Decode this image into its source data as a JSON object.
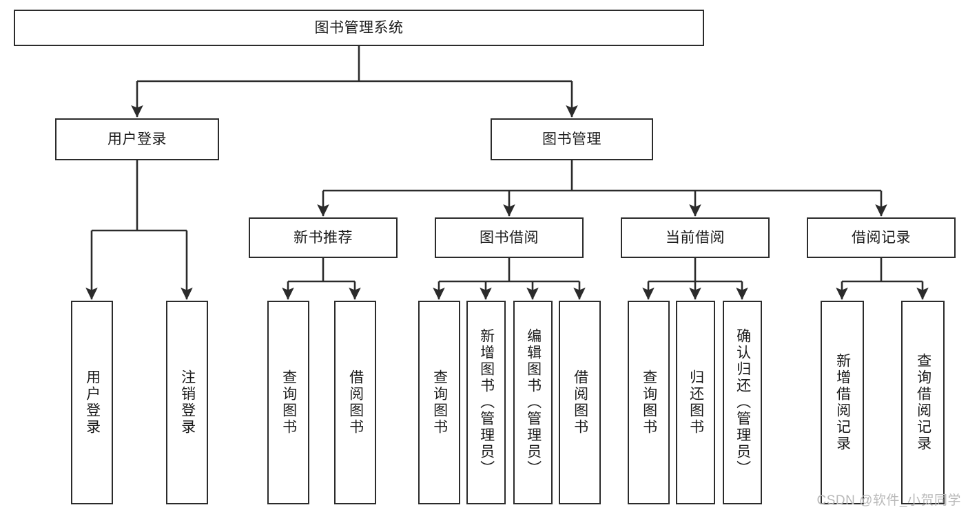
{
  "diagram": {
    "title": "图书管理系统",
    "type": "functional-structure-tree",
    "stroke_color": "#2b2b2b",
    "text_color": "#1b1b1b",
    "background_color": "#ffffff",
    "root": {
      "label": "图书管理系统"
    },
    "level2": [
      {
        "id": "user-login",
        "label": "用户登录"
      },
      {
        "id": "book-manage",
        "label": "图书管理"
      }
    ],
    "level3": [
      {
        "id": "new-book-recommend",
        "label": "新书推荐",
        "parent": "book-manage"
      },
      {
        "id": "book-borrow",
        "label": "图书借阅",
        "parent": "book-manage"
      },
      {
        "id": "current-borrow",
        "label": "当前借阅",
        "parent": "book-manage"
      },
      {
        "id": "borrow-record",
        "label": "借阅记录",
        "parent": "book-manage"
      }
    ],
    "leaves": {
      "user-login": [
        {
          "id": "leaf-user-login",
          "label": "用户登录"
        },
        {
          "id": "leaf-logout-login",
          "label": "注销登录"
        }
      ],
      "new-book-recommend": [
        {
          "id": "leaf-query-book-1",
          "label": "查询图书"
        },
        {
          "id": "leaf-borrow-book-1",
          "label": "借阅图书"
        }
      ],
      "book-borrow": [
        {
          "id": "leaf-query-book-2",
          "label": "查询图书"
        },
        {
          "id": "leaf-add-book",
          "label": "新增图书（管理员）"
        },
        {
          "id": "leaf-edit-book",
          "label": "编辑图书（管理员）"
        },
        {
          "id": "leaf-borrow-book-2",
          "label": "借阅图书"
        }
      ],
      "current-borrow": [
        {
          "id": "leaf-query-book-3",
          "label": "查询图书"
        },
        {
          "id": "leaf-return-book",
          "label": "归还图书"
        },
        {
          "id": "leaf-confirm-return",
          "label": "确认归还（管理员）"
        }
      ],
      "borrow-record": [
        {
          "id": "leaf-add-record",
          "label": "新增借阅记录"
        },
        {
          "id": "leaf-query-record",
          "label": "查询借阅记录"
        }
      ]
    }
  },
  "watermark": {
    "text": "CSDN @软件_小贺同学"
  }
}
